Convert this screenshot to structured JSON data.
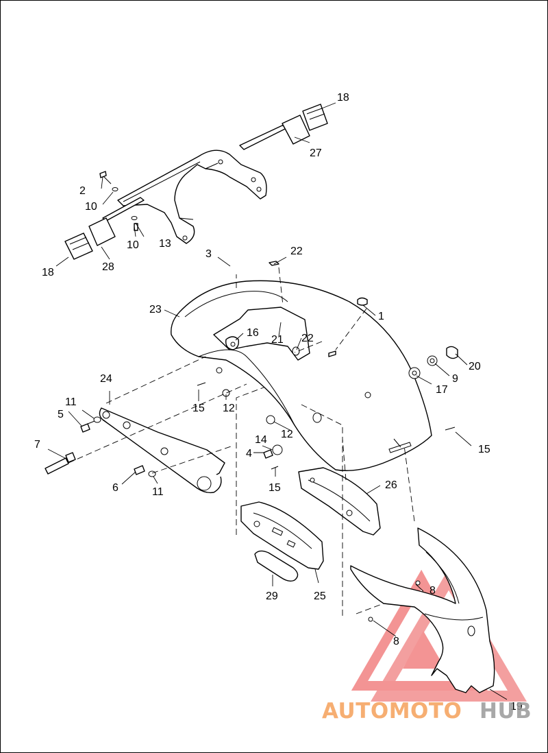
{
  "diagram": {
    "callouts": {
      "c1": "1",
      "c2": "2",
      "c3": "3",
      "c4": "4",
      "c5": "5",
      "c6": "6",
      "c7": "7",
      "c8a": "8",
      "c8b": "8",
      "c9": "9",
      "c10a": "10",
      "c10b": "10",
      "c11a": "11",
      "c11b": "11",
      "c12a": "12",
      "c12b": "12",
      "c13": "13",
      "c14": "14",
      "c15a": "15",
      "c15b": "15",
      "c15c": "15",
      "c16": "16",
      "c17": "17",
      "c18a": "18",
      "c18b": "18",
      "c19": "19",
      "c20": "20",
      "c21": "21",
      "c22a": "22",
      "c22b": "22",
      "c23": "23",
      "c24": "24",
      "c25": "25",
      "c26": "26",
      "c27": "27",
      "c28": "28",
      "c29": "29"
    }
  },
  "watermark": {
    "text_part1": "AUTOMOTO",
    "text_part2": "HUB",
    "color_primary": "#f5a05a",
    "color_accent": "#e85a5a",
    "color_secondary": "#9a9a9a"
  }
}
